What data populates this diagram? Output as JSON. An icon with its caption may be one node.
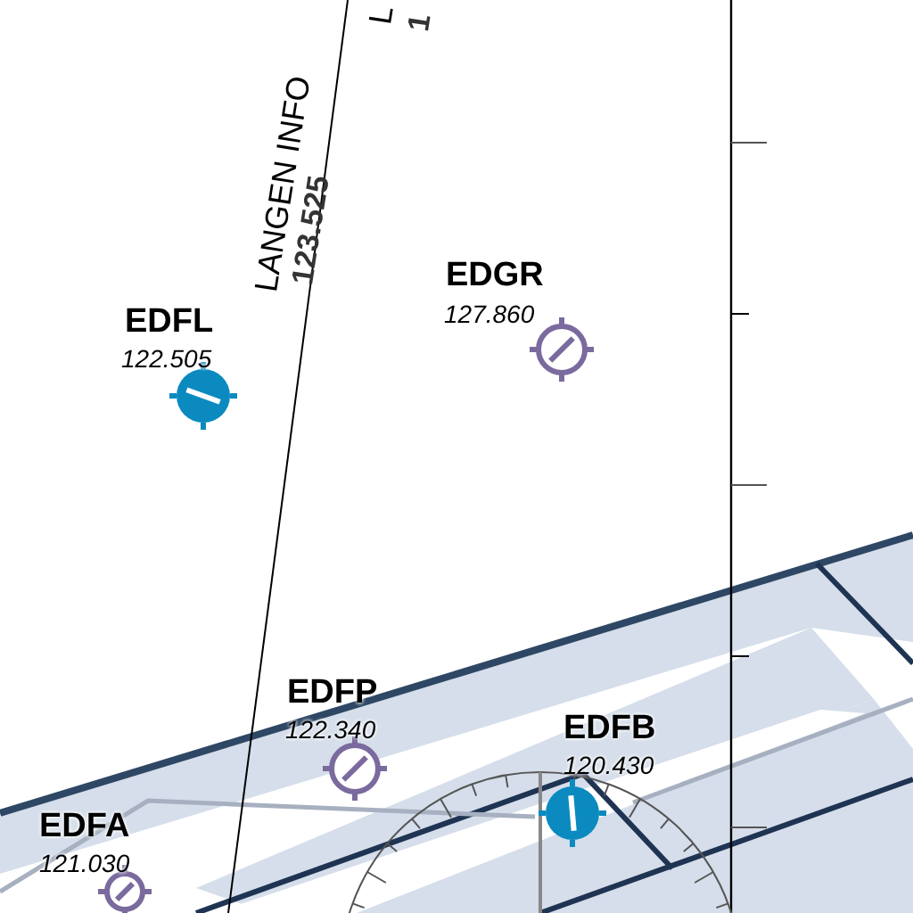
{
  "diagram": {
    "nodes": [
      {
        "text": [
          "EDFL",
          "122.505"
        ]
      },
      {
        "text": [
          "EDGR",
          "127.860"
        ]
      },
      {
        "text": [
          "EDFP",
          "122.340"
        ]
      },
      {
        "text": [
          "EDFB",
          "120.430"
        ]
      },
      {
        "text": [
          "EDFA",
          "121.030"
        ]
      }
    ],
    "labels": [
      "LANGEN INFO",
      "123.525",
      "L",
      "1"
    ]
  }
}
